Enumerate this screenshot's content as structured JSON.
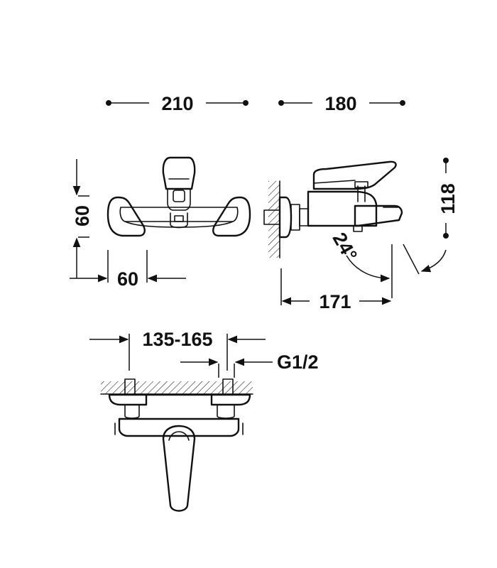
{
  "dimensions": {
    "width_front": "210",
    "depth_side": "180",
    "height_front": "60",
    "body_width_front": "60",
    "height_side": "118",
    "spout_reach": "171",
    "spout_angle": "24°",
    "center_distance": "135-165",
    "connection_thread": "G1/2"
  },
  "colors": {
    "ink": "#111111",
    "background": "#ffffff"
  }
}
